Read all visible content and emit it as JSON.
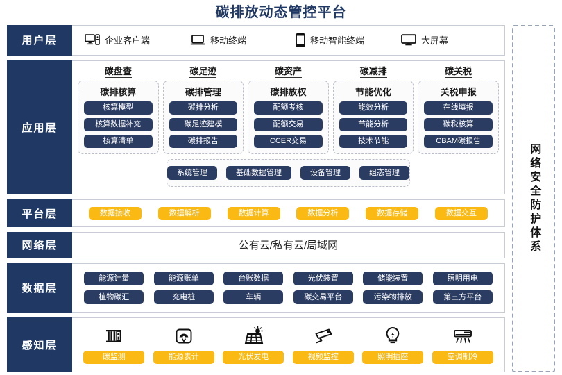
{
  "title": "碳排放动态管控平台",
  "accent": {
    "navy": "#1F3864",
    "pill_navy": "#2B3C63",
    "amber": "#FBB913",
    "border": "#c7ccd6"
  },
  "security_column": {
    "label": "网络安全防护体系"
  },
  "layers": {
    "user": {
      "label": "用户层",
      "items": [
        {
          "icon": "desktop-tower-icon",
          "label": "企业客户端"
        },
        {
          "icon": "laptop-icon",
          "label": "移动终端"
        },
        {
          "icon": "smartphone-icon",
          "label": "移动智能终端"
        },
        {
          "icon": "monitor-icon",
          "label": "大屏幕"
        }
      ]
    },
    "application": {
      "label": "应用层",
      "columns": [
        {
          "title": "碳盘查",
          "card_title": "碳排核算",
          "items": [
            "核算模型",
            "核算数据补充",
            "核算清单"
          ]
        },
        {
          "title": "碳足迹",
          "card_title": "碳排管理",
          "items": [
            "碳排分析",
            "碳足迹建模",
            "碳排报告"
          ]
        },
        {
          "title": "碳资产",
          "card_title": "碳排放权",
          "items": [
            "配额考核",
            "配额交易",
            "CCER交易"
          ]
        },
        {
          "title": "碳减排",
          "card_title": "节能优化",
          "items": [
            "能效分析",
            "节能分析",
            "技术节能"
          ]
        },
        {
          "title": "碳关税",
          "card_title": "关税申报",
          "items": [
            "在线填报",
            "碳税核算",
            "CBAM碳报告"
          ]
        }
      ],
      "management": [
        "系统管理",
        "基础数据管理",
        "设备管理",
        "组态管理"
      ]
    },
    "platform": {
      "label": "平台层",
      "items": [
        "数据接收",
        "数据解析",
        "数据计算",
        "数据分析",
        "数据存储",
        "数据交互"
      ]
    },
    "network": {
      "label": "网络层",
      "text": "公有云/私有云/局域网"
    },
    "data": {
      "label": "数据层",
      "row1": [
        "能源计量",
        "能源账单",
        "台账数据",
        "光伏装置",
        "储能装置",
        "照明用电"
      ],
      "row2": [
        "植物碳汇",
        "充电桩",
        "车辆",
        "碳交易平台",
        "污染物排放",
        "第三方平台"
      ]
    },
    "sense": {
      "label": "感知层",
      "items": [
        {
          "icon": "carbon-sensor-icon",
          "label": "碳监测"
        },
        {
          "icon": "meter-gauge-icon",
          "label": "能源表计"
        },
        {
          "icon": "solar-panel-icon",
          "label": "光伏发电"
        },
        {
          "icon": "cctv-camera-icon",
          "label": "视频监控"
        },
        {
          "icon": "lightbulb-icon",
          "label": "照明插座"
        },
        {
          "icon": "air-conditioner-icon",
          "label": "空调制冷"
        }
      ]
    }
  }
}
